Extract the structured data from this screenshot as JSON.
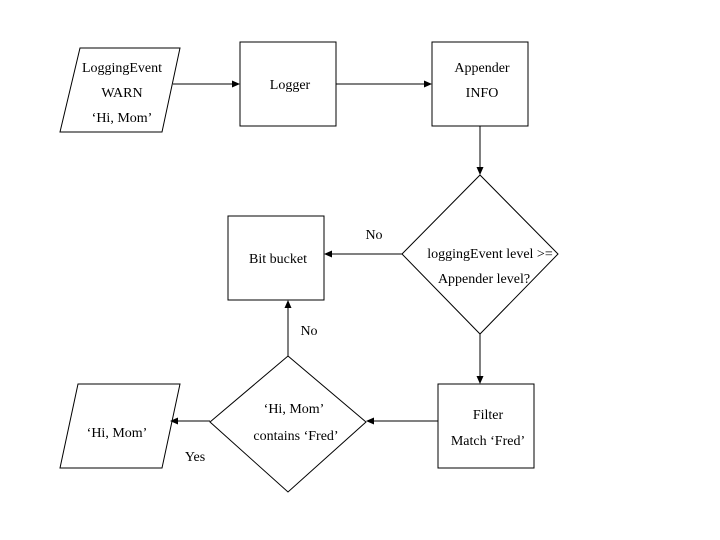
{
  "nodes": {
    "logging_event": {
      "line1": "LoggingEvent",
      "line2": "WARN",
      "line3": "‘Hi, Mom’"
    },
    "logger": {
      "label": "Logger"
    },
    "appender": {
      "line1": "Appender",
      "line2": "INFO"
    },
    "level_check": {
      "line1": "loggingEvent level >=",
      "line2": "Appender level?"
    },
    "bit_bucket": {
      "label": "Bit bucket"
    },
    "filter": {
      "line1": "Filter",
      "line2": "Match ‘Fred’"
    },
    "contains_check": {
      "line1": "‘Hi, Mom’",
      "line2": "contains ‘Fred’"
    },
    "output": {
      "label": "‘Hi, Mom’"
    }
  },
  "edges": {
    "level_no_label": "No",
    "contains_no_label": "No",
    "contains_yes_label": "Yes"
  }
}
